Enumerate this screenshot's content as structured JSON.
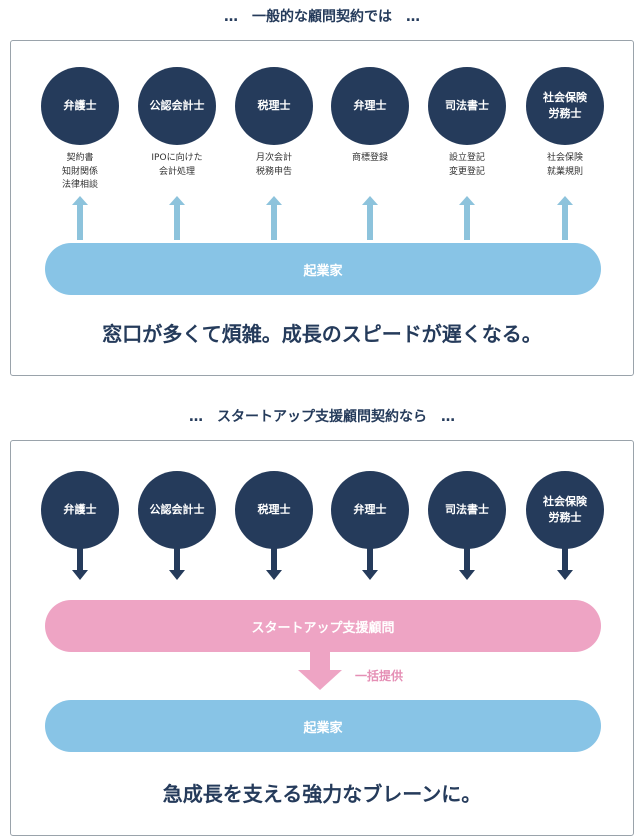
{
  "section1": {
    "title": "…　一般的な顧問契約では　…",
    "professionals": [
      {
        "name": "弁護士",
        "desc": "契約書\n知財関係\n法律相談"
      },
      {
        "name": "公認会計士",
        "desc": "IPOに向けた\n会計処理"
      },
      {
        "name": "税理士",
        "desc": "月次会計\n税務申告"
      },
      {
        "name": "弁理士",
        "desc": "商標登録"
      },
      {
        "name": "司法書士",
        "desc": "設立登記\n変更登記"
      },
      {
        "name": "社会保険\n労務士",
        "desc": "社会保険\n就業規則"
      }
    ],
    "bar_label": "起業家",
    "message": "窓口が多くて煩雑。成長のスピードが遅くなる。"
  },
  "section2": {
    "title": "…　スタートアップ支援顧問契約なら　…",
    "professionals": [
      {
        "name": "弁護士"
      },
      {
        "name": "公認会計士"
      },
      {
        "name": "税理士"
      },
      {
        "name": "弁理士"
      },
      {
        "name": "司法書士"
      },
      {
        "name": "社会保険\n労務士"
      }
    ],
    "advisor_label": "スタートアップ支援顧問",
    "arrow_label": "一括提供",
    "bar_label": "起業家",
    "message": "急成長を支える強力なブレーンに。"
  },
  "colors": {
    "navy": "#253b5b",
    "blue": "#88c4e6",
    "pink": "#eea4c4",
    "arrow_blue": "#8dc3dc"
  }
}
